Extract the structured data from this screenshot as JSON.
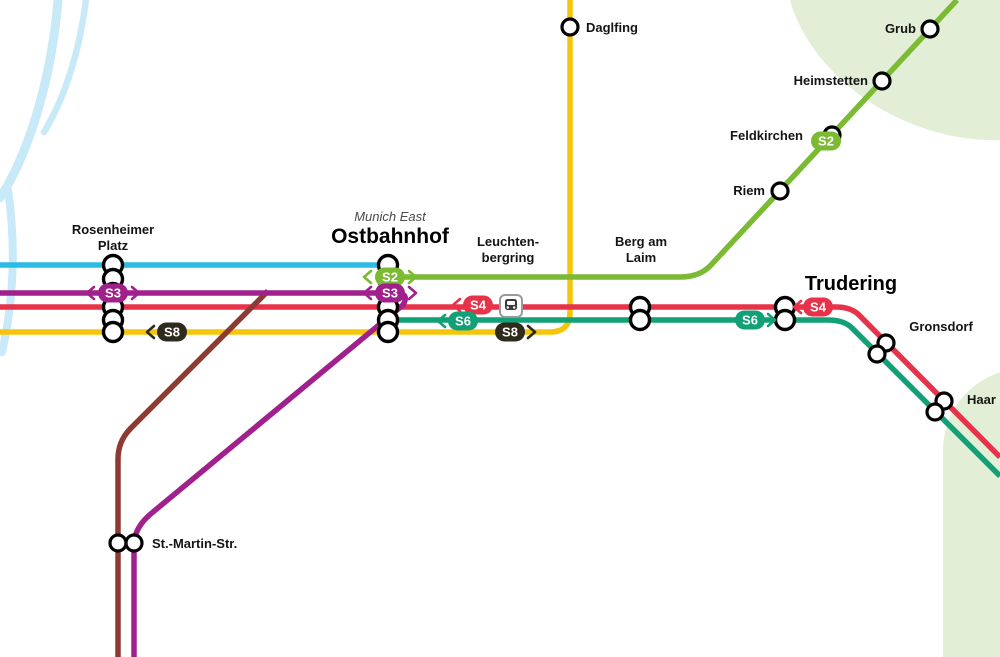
{
  "colors": {
    "cyan": "#2BBCE4",
    "green": "#7BBA33",
    "magenta": "#A1218C",
    "red": "#E73349",
    "teal": "#12A077",
    "maroon": "#8E3A33",
    "yellow": "#F5C50C",
    "dark": "#2E2B1C",
    "s8_text": "#F7CE0F",
    "river": "#C8E9F7",
    "park": "#E2EFD6"
  },
  "badges": {
    "s2": "S2",
    "s3": "S3",
    "s4": "S4",
    "s6": "S6",
    "s8": "S8"
  },
  "stations": {
    "daglfing": {
      "label": "Daglfing"
    },
    "grub": {
      "label": "Grub"
    },
    "heimstetten": {
      "label": "Heimstetten"
    },
    "feldkirchen": {
      "label": "Feldkirchen"
    },
    "riem": {
      "label": "Riem"
    },
    "rosenheimer_platz": {
      "line1": "Rosenheimer",
      "line2": "Platz"
    },
    "ostbahnhof": {
      "subtitle": "Munich East",
      "label": "Ostbahnhof"
    },
    "leuchtenbergring": {
      "line1": "Leuchten-",
      "line2": "bergring"
    },
    "berg_am_laim": {
      "line1": "Berg am",
      "line2": "Laim"
    },
    "trudering": {
      "label": "Trudering"
    },
    "gronsdorf": {
      "label": "Gronsdorf"
    },
    "haar": {
      "label": "Haar"
    },
    "st_martin_str": {
      "label": "St.-Martin-Str."
    }
  }
}
